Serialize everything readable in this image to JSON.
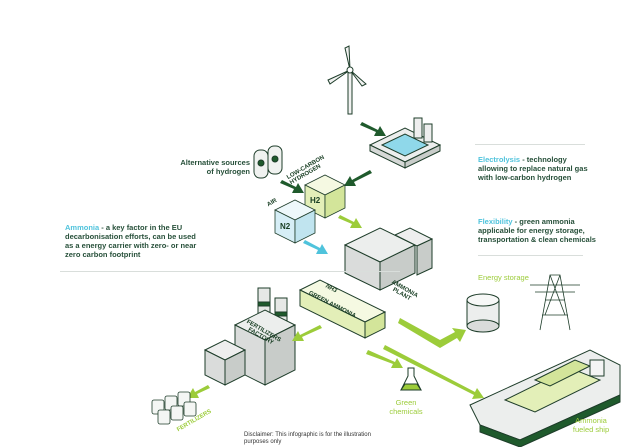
{
  "texts": {
    "alt_sources": "Alternative sources of hydrogen",
    "low_carbon": "LOW-CARBON HYDROGEN",
    "air": "AIR",
    "h2": "H2",
    "n2": "N2",
    "nh3": "NH3",
    "green_ammonia": "GREEN AMMONIA",
    "ammonia_plant": "AMMONIA PLANT",
    "fert_factory": "FERTILIZERS FACTORY",
    "fertilizers": "FERTILIZERS",
    "green_chemicals": "Green chemicals",
    "energy_storage": "Energy storage",
    "ammonia_ship": "Ammonia fueled ship",
    "disclaimer": "Disclaimer: This infographic is for the illustration purposes only"
  },
  "notes": {
    "electrolysis_term": "Electrolysis",
    "electrolysis_text": " - technology allowing to replace natural gas with low-carbon hydrogen",
    "flexibility_term": "Flexibility",
    "flexibility_text": " - green ammonia applicable for energy storage, transportation & clean chemicals",
    "ammonia_term": "Ammonia",
    "ammonia_text": " - a key factor in the EU decarbonisation efforts, can be used as a energy carrier with zero- or near zero carbon footprint"
  },
  "colors": {
    "dark_green": "#1f5a2c",
    "lime": "#9ccc3a",
    "blue": "#4fc3dc",
    "grey": "#e6e8e6"
  }
}
